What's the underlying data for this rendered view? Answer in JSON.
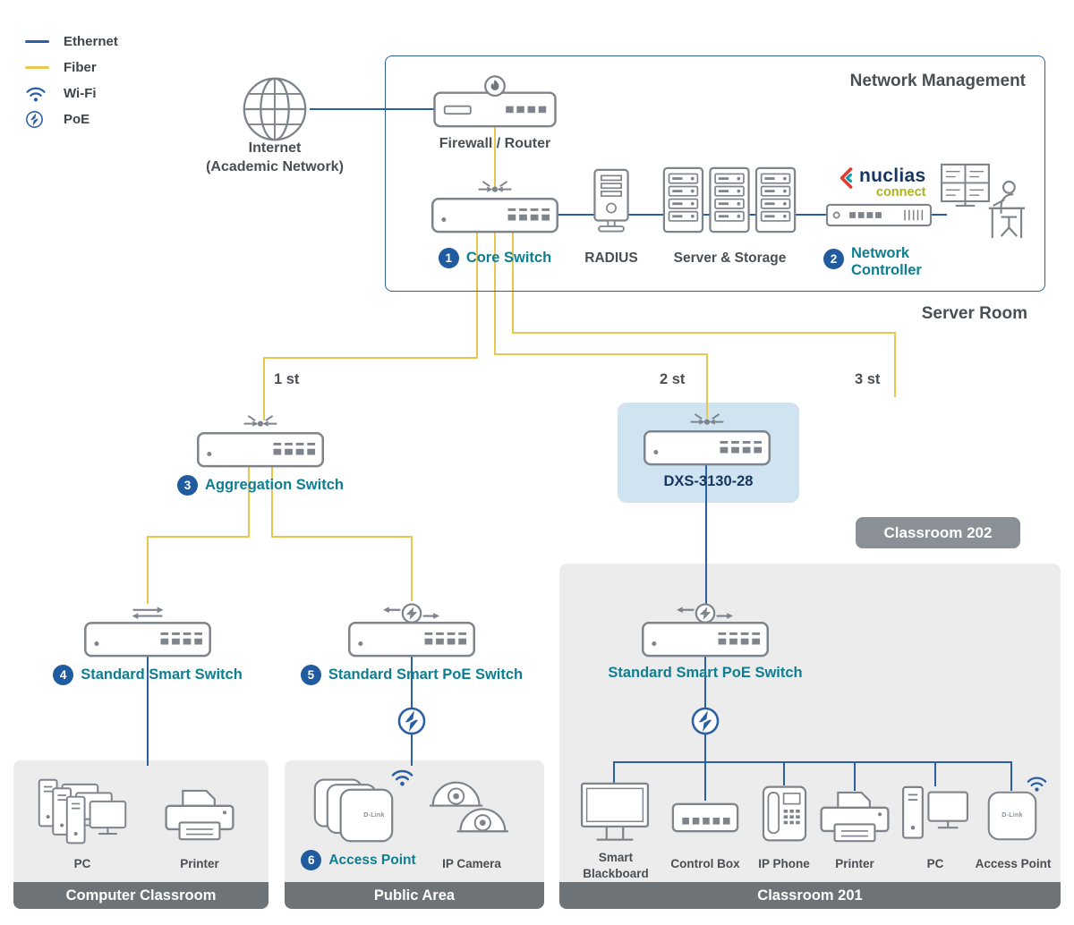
{
  "colors": {
    "ethernet": "#2b5fa5",
    "fiber": "#e9c64e",
    "label_teal": "#0e7e92",
    "badge_blue": "#1f5b9e",
    "navy": "#17355f",
    "area_bg": "#ececec",
    "footer_bg": "#6e7378",
    "highlight_bg": "#cfe4f0",
    "tag_bg": "#8a9096"
  },
  "legend": {
    "items": [
      {
        "name": "ethernet",
        "label": "Ethernet"
      },
      {
        "name": "fiber",
        "label": "Fiber"
      },
      {
        "name": "wifi",
        "label": "Wi-Fi"
      },
      {
        "name": "poe",
        "label": "PoE"
      }
    ]
  },
  "server_room": {
    "box_title": "Network Management",
    "room_label": "Server Room",
    "internet": {
      "line1": "Internet",
      "line2": "(Academic Network)"
    },
    "firewall": {
      "label": "Firewall / Router"
    },
    "core_switch": {
      "badge": "1",
      "label": "Core Switch"
    },
    "radius": {
      "label": "RADIUS"
    },
    "servers": {
      "label": "Server & Storage"
    },
    "controller": {
      "badge": "2",
      "label_line1": "Network",
      "label_line2": "Controller"
    },
    "nuclias": {
      "brand": "nuclias",
      "sub": "connect"
    }
  },
  "uplinks": {
    "link1": "1 st",
    "link2": "2 st",
    "link3": "3 st"
  },
  "distribution": {
    "aggregation": {
      "badge": "3",
      "label": "Aggregation Switch"
    },
    "dxs": {
      "model": "DXS-3130-28"
    },
    "classroom202": {
      "label": "Classroom 202"
    }
  },
  "access": {
    "smart_switch": {
      "badge": "4",
      "label": "Standard Smart Switch"
    },
    "poe_switch_public": {
      "badge": "5",
      "label": "Standard Smart PoE Switch"
    },
    "poe_switch_201": {
      "label": "Standard Smart PoE Switch"
    }
  },
  "areas": {
    "computer_classroom": {
      "title": "Computer Classroom",
      "devices": [
        {
          "label": "PC"
        },
        {
          "label": "Printer"
        }
      ]
    },
    "public_area": {
      "title": "Public Area",
      "access_point": {
        "badge": "6",
        "label": "Access Point"
      },
      "ip_camera": {
        "label": "IP Camera"
      }
    },
    "classroom_201": {
      "title": "Classroom 201",
      "devices": [
        {
          "label": "Smart Blackboard"
        },
        {
          "label": "Control Box"
        },
        {
          "label": "IP Phone"
        },
        {
          "label": "Printer"
        },
        {
          "label": "PC"
        },
        {
          "label": "Access Point"
        }
      ]
    }
  },
  "ap_logo": "D-Link"
}
